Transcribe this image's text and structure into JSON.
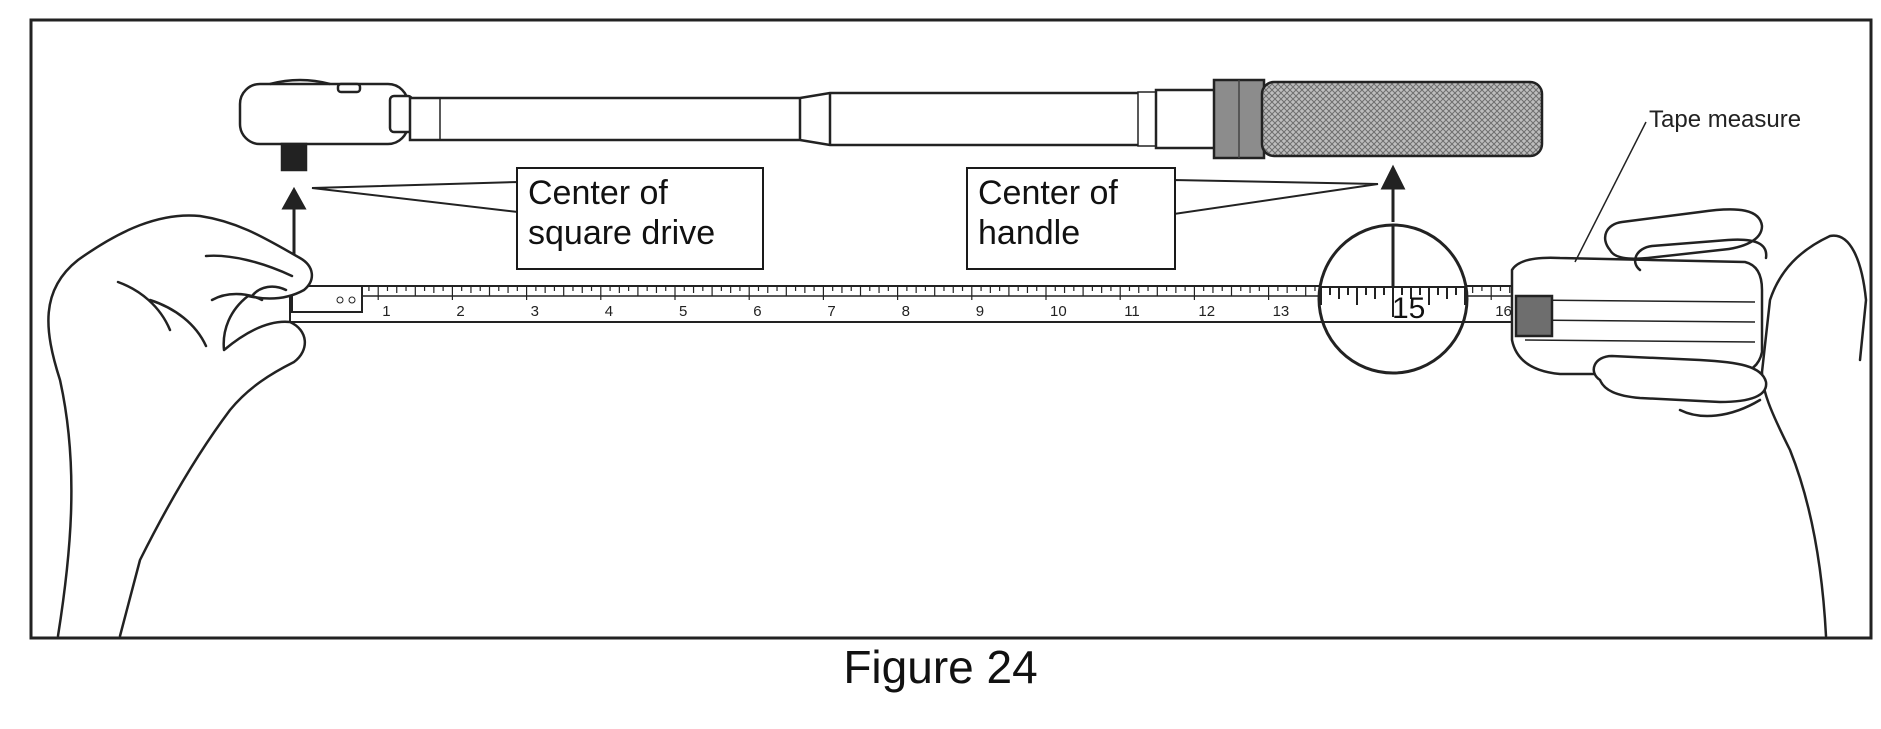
{
  "callouts": {
    "square_drive": {
      "line1": "Center of",
      "line2": "square drive"
    },
    "handle": {
      "line1": "Center of",
      "line2": "handle"
    }
  },
  "tape_measure_label": "Tape measure",
  "magnifier_value": "15",
  "ruler_numbers": [
    "1",
    "2",
    "3",
    "4",
    "5",
    "6",
    "7",
    "8",
    "9",
    "10",
    "11",
    "12",
    "13",
    "16"
  ],
  "caption": "Figure 24"
}
